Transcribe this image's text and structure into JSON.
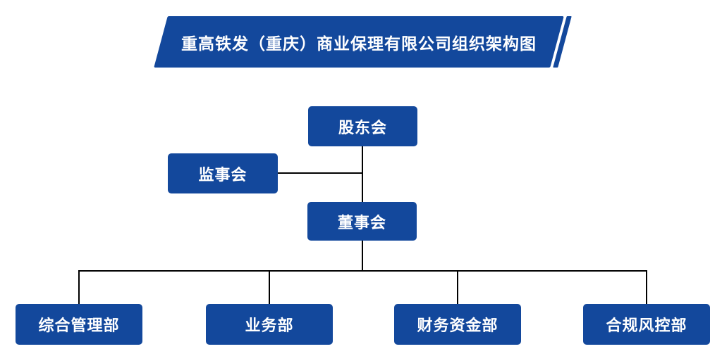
{
  "title": "重高铁发（重庆）商业保理有限公司组织架构图",
  "colors": {
    "primary_blue": "#13489C",
    "line_black": "#000000",
    "text_white": "#FFFFFF",
    "canvas_bg": "#FFFFFF"
  },
  "nodes": {
    "shareholders": "股东会",
    "supervisory": "监事会",
    "board": "董事会",
    "dept_admin": "综合管理部",
    "dept_business": "业务部",
    "dept_finance": "财务资金部",
    "dept_compliance": "合规风控部"
  }
}
